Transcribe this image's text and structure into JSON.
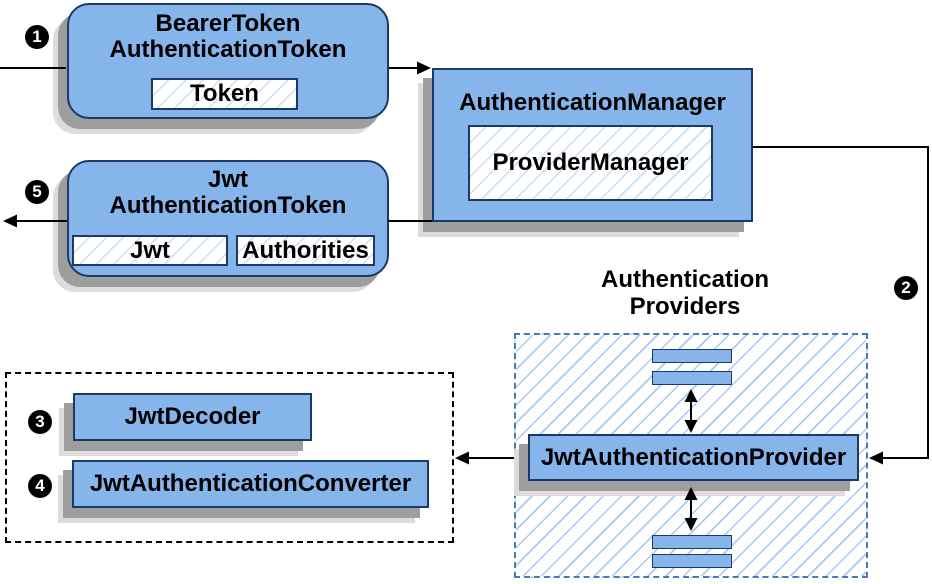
{
  "colors": {
    "box_fill": "#85b5ea",
    "box_border": "#1c3a66",
    "hatch": "#a9c9ee",
    "hatch_light": "#c9def5",
    "dash_blue": "#4878ba",
    "shadow_dark": "#9e9e9e",
    "shadow_light": "#dcdcdc",
    "wire": "#000000"
  },
  "steps": {
    "s1": "1",
    "s2": "2",
    "s3": "3",
    "s4": "4",
    "s5": "5"
  },
  "nodes": {
    "bearer_token": {
      "line1": "BearerToken",
      "line2": "AuthenticationToken",
      "tag": "Token"
    },
    "authentication_manager": {
      "title": "AuthenticationManager",
      "tag": "ProviderManager"
    },
    "jwt_authentication_token": {
      "line1": "Jwt",
      "line2": "AuthenticationToken",
      "tag1": "Jwt",
      "tag2": "Authorities"
    },
    "authentication_providers": {
      "line1": "Authentication",
      "line2": "Providers"
    },
    "jwt_authentication_provider": {
      "title": "JwtAuthenticationProvider"
    },
    "jwt_decoder": {
      "title": "JwtDecoder"
    },
    "jwt_authentication_converter": {
      "title": "JwtAuthenticationConverter"
    }
  }
}
